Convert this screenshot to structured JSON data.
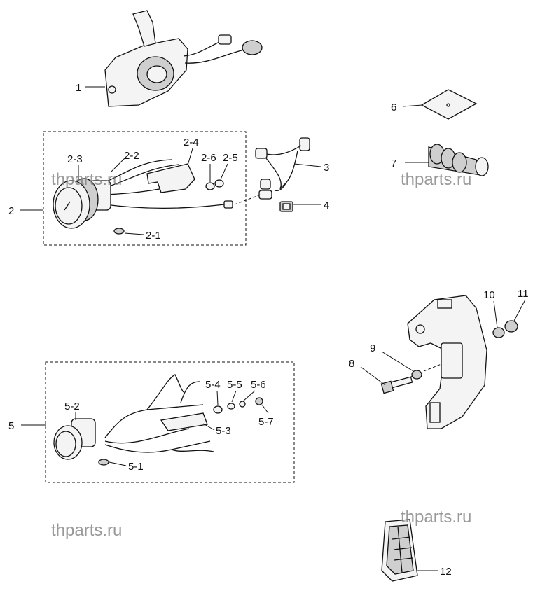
{
  "watermark": "thparts.ru",
  "callouts": {
    "c1": "1",
    "c2": "2",
    "c2_1": "2-1",
    "c2_2": "2-2",
    "c2_3": "2-3",
    "c2_4": "2-4",
    "c2_5": "2-5",
    "c2_6": "2-6",
    "c3": "3",
    "c4": "4",
    "c5": "5",
    "c5_1": "5-1",
    "c5_2": "5-2",
    "c5_3": "5-3",
    "c5_4": "5-4",
    "c5_5": "5-5",
    "c5_6": "5-6",
    "c5_7": "5-7",
    "c6": "6",
    "c7": "7",
    "c8": "8",
    "c9": "9",
    "c10": "10",
    "c11": "11",
    "c12": "12"
  }
}
